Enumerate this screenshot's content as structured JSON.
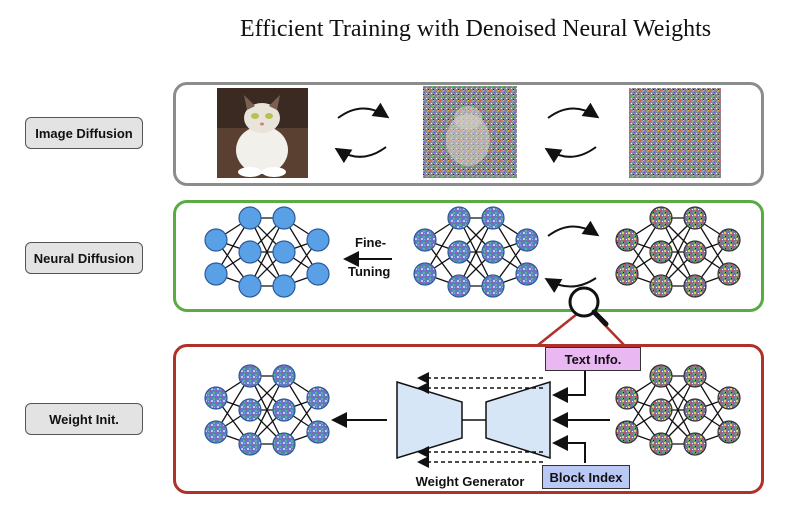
{
  "title": "Efficient Training with Denoised Neural Weights",
  "rows": {
    "image": {
      "label": "Image Diffusion"
    },
    "neural": {
      "label": "Neural Diffusion"
    },
    "weight": {
      "label": "Weight Init."
    }
  },
  "fine_tuning": {
    "line1": "Fine-",
    "line2": "Tuning"
  },
  "tags": {
    "text_info": "Text Info.",
    "block_index": "Block Index"
  },
  "weight_generator": "Weight Generator",
  "colors": {
    "image_panel": "#8c8c8c",
    "neural_panel": "#5aab44",
    "weight_panel": "#b0302a",
    "clean_node": "#5aa0e6",
    "generator_fill": "#d6e6f7"
  }
}
